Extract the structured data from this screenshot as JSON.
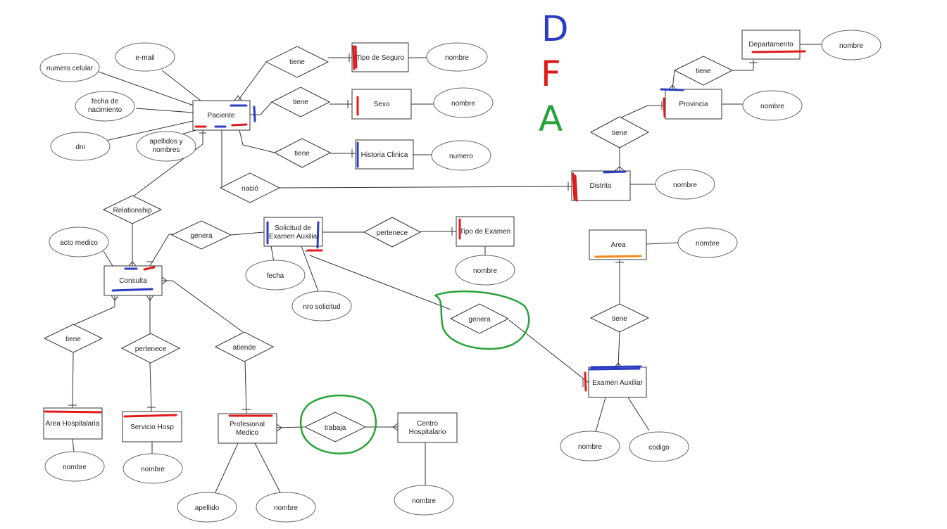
{
  "legend": {
    "d": "D",
    "f": "F",
    "a": "A"
  },
  "colors": {
    "blue": "#2b3bc2",
    "red": "#e01b1b",
    "green": "#2aa23a",
    "orange": "#f08a1c"
  },
  "entities": {
    "paciente": "Paciente",
    "tipo_seguro": "Tipo de Seguro",
    "sexo": "Sexo",
    "historia_clinica": "Historia Clinica",
    "departamento": "Departamento",
    "provincia": "Provincia",
    "distrito": "Distrito",
    "solicitud_l1": "Solicitud de",
    "solicitud_l2": "Examen Auxilia",
    "tipo_examen": "Tipo de Examen",
    "area": "Area",
    "consulta": "Consulta",
    "examen_auxiliar": "Examen Auxiliar",
    "area_hospitalaria": "Area Hospitalaria",
    "servicio_hosp": "Servicio Hosp",
    "profesional_l1": "Profesional",
    "profesional_l2": "Medico",
    "centro_l1": "Centro",
    "centro_l2": "Hospitalario"
  },
  "attributes": {
    "numero_celular": "numero celular",
    "email": "e-mail",
    "fecha_nac_l1": "fecha de",
    "fecha_nac_l2": "nacimiento",
    "dni": "dni",
    "apellidos_l1": "apellidos y",
    "apellidos_l2": "nombres",
    "tipo_seguro_nombre": "nombre",
    "sexo_nombre": "nombre",
    "historia_numero": "numero",
    "departamento_nombre": "nombre",
    "provincia_nombre": "nombre",
    "distrito_nombre": "nombre",
    "tipo_examen_nombre": "nombre",
    "area_nombre": "nombre",
    "acto_medico": "acto medico",
    "fecha": "fecha",
    "nro_solicitud": "nro solicitud",
    "examen_nombre": "nombre",
    "examen_codigo": "codigo",
    "area_hosp_nombre": "nombre",
    "servicio_nombre": "nombre",
    "apellido": "apellido",
    "profesional_nombre": "nombre",
    "centro_nombre": "nombre"
  },
  "relationships": {
    "tiene_seguro": "tiene",
    "tiene_sexo": "tiene",
    "tiene_historia": "tiene",
    "tiene_departamento": "tiene",
    "tiene_provincia": "tiene",
    "nacio": "nació",
    "relationship": "Relationship",
    "genera_solicitud": "genera",
    "pertenece_tipo": "pertenece",
    "genera_examen": "genera",
    "tiene_area": "tiene",
    "tiene_area_hosp": "tiene",
    "pertenece_servicio": "pertenece",
    "atiende": "atiende",
    "trabaja": "trabaja"
  }
}
